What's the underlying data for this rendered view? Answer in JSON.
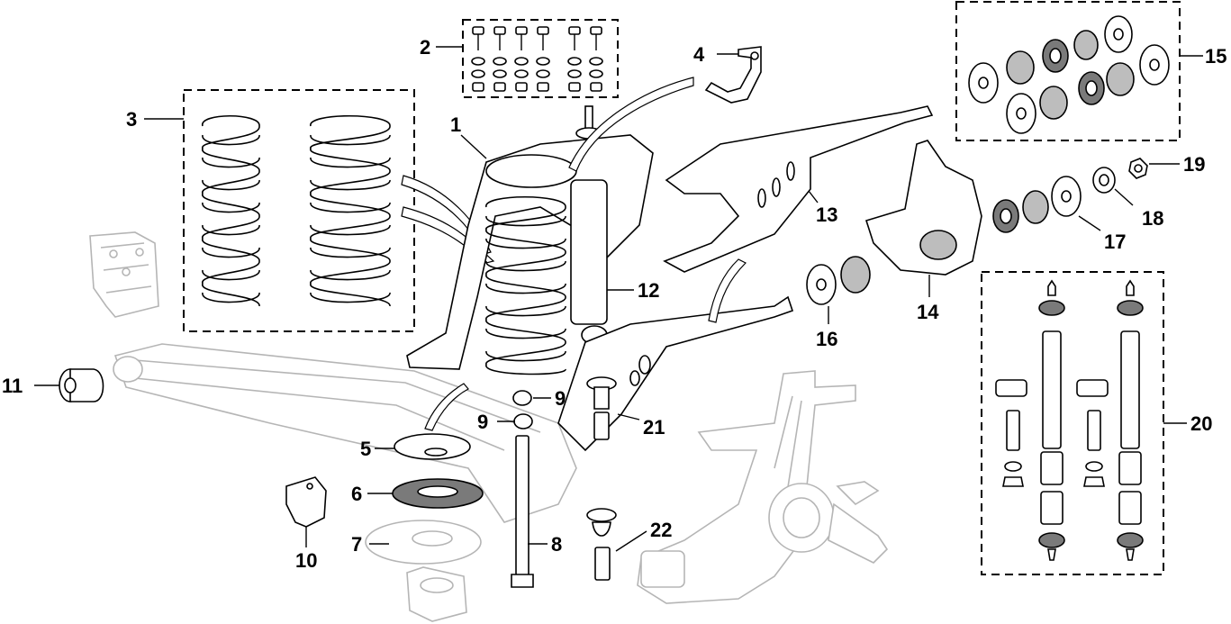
{
  "diagram": {
    "callouts": [
      {
        "key": "c1",
        "text": "1"
      },
      {
        "key": "c2",
        "text": "2"
      },
      {
        "key": "c3",
        "text": "3"
      },
      {
        "key": "c4",
        "text": "4"
      },
      {
        "key": "c5",
        "text": "5"
      },
      {
        "key": "c6",
        "text": "6"
      },
      {
        "key": "c7",
        "text": "7"
      },
      {
        "key": "c8",
        "text": "8"
      },
      {
        "key": "c9a",
        "text": "9"
      },
      {
        "key": "c9b",
        "text": "9"
      },
      {
        "key": "c10",
        "text": "10"
      },
      {
        "key": "c11",
        "text": "11"
      },
      {
        "key": "c12",
        "text": "12"
      },
      {
        "key": "c13",
        "text": "13"
      },
      {
        "key": "c14",
        "text": "14"
      },
      {
        "key": "c15",
        "text": "15"
      },
      {
        "key": "c16",
        "text": "16"
      },
      {
        "key": "c17",
        "text": "17"
      },
      {
        "key": "c18",
        "text": "18"
      },
      {
        "key": "c19",
        "text": "19"
      },
      {
        "key": "c20",
        "text": "20"
      },
      {
        "key": "c21",
        "text": "21"
      },
      {
        "key": "c22",
        "text": "22"
      }
    ]
  }
}
